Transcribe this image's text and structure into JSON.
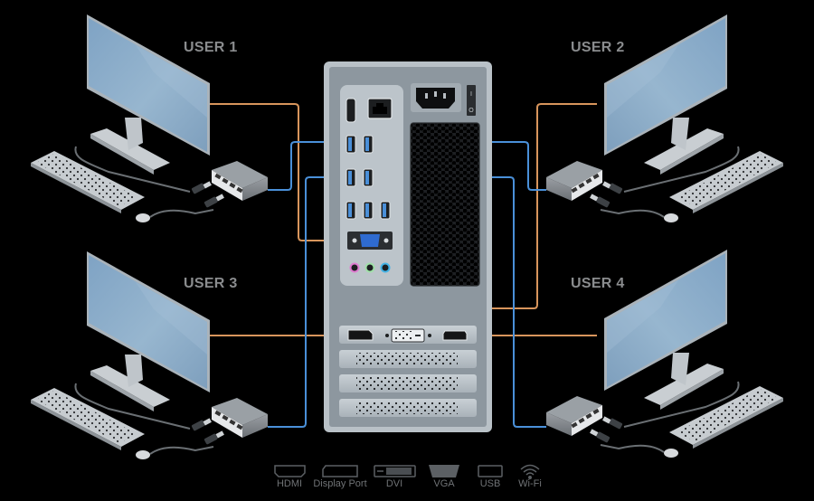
{
  "users": [
    {
      "label": "USER 1"
    },
    {
      "label": "USER 2"
    },
    {
      "label": "USER 3"
    },
    {
      "label": "USER 4"
    }
  ],
  "tower": {
    "power_switch_on": "I",
    "power_switch_off": "O"
  },
  "legend": [
    {
      "label": "HDMI",
      "icon": "hdmi-icon"
    },
    {
      "label": "Display Port",
      "icon": "displayport-icon"
    },
    {
      "label": "DVI",
      "icon": "dvi-icon"
    },
    {
      "label": "VGA",
      "icon": "vga-icon"
    },
    {
      "label": "USB",
      "icon": "usb-icon"
    },
    {
      "label": "Wi-Fi",
      "icon": "wifi-icon"
    }
  ],
  "colors": {
    "background": "#000000",
    "video_cable": "#d8955c",
    "usb_cable": "#4a90d9",
    "screen": "#8fb0cc",
    "tower_body": "#8d979f",
    "label": "#8a8c8e"
  }
}
